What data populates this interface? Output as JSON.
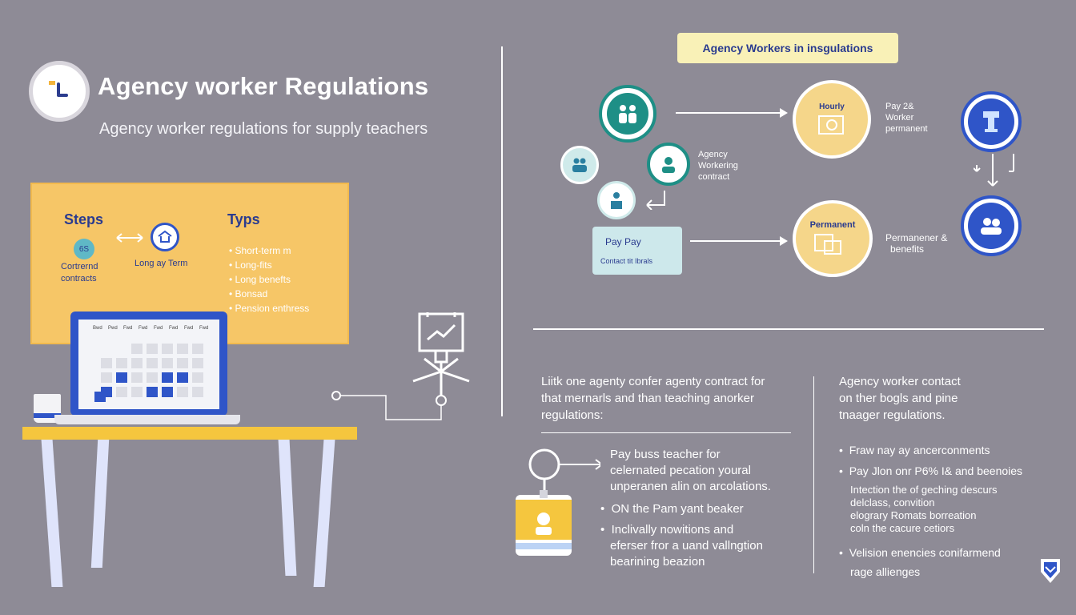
{
  "header": {
    "title": "Agency worker Regulations",
    "subtitle": "Agency worker regulations for supply teachers"
  },
  "board": {
    "steps_heading": "Steps",
    "types_heading": "Typs",
    "left_label_1": "Cortrernd",
    "left_label_2": "contracts",
    "badge_code": "6S",
    "long_label": "Long ay Term",
    "types": [
      "Short-term m",
      "Long-fits",
      "Long benefts",
      "Bonsad",
      "Pension enthress"
    ]
  },
  "calendar": {
    "headers": [
      "Bwd",
      "Pwd",
      "Fwd",
      "Fwd",
      "Fwd",
      "Fwd",
      "Fwd",
      "Fwd"
    ]
  },
  "flow": {
    "top_badge": "Agency Workers in insgulations",
    "agency_label_1": "Agency",
    "agency_label_2": "Workering",
    "agency_label_3": "contract",
    "hourly_label": "Hourly",
    "pay_label_1": "Pay 2&",
    "pay_label_2": "Worker",
    "pay_label_3": "permanent",
    "permanent_label": "Permanent",
    "pay_box_1": "Pay  Pay",
    "pay_box_2": "Contact tit Ibrals",
    "perm_benefits_1": "Permanener &",
    "perm_benefits_2": "benefits"
  },
  "lower": {
    "intro_lines": [
      "Liitk one agenty confer agenty contract for",
      "that mernarls and than teaching anorker",
      "regulations:"
    ],
    "pay_lines": [
      "Pay buss teacher for",
      "celernated pecation youral",
      "unperanen alin on arcolations."
    ],
    "bullets": [
      "ON the Pam yant beaker",
      "Inclivally nowitions and"
    ],
    "bullet_tail": [
      "eferser fror a uand vallngtion",
      "bearining beazion"
    ],
    "right_intro": [
      "Agency worker contact",
      "on ther bogls and pine",
      "tnaager regulations."
    ],
    "right_bullets": [
      "Fraw nay ay ancerconments",
      "Pay Jlon onr P6% I& and beenoies"
    ],
    "right_detail": [
      "Intection the of geching descurs",
      "delclass, convition",
      "elograry Romats borreation",
      "coln the cacure cetiors"
    ],
    "right_last_bullet": "Velision enencies conifarmend",
    "right_last_tail": "rage allienges"
  },
  "colors": {
    "background": "#8e8b96",
    "navy": "#2a3b8f",
    "yellow": "#f6c667",
    "teal": "#1e8f86",
    "blue": "#2f55c8"
  }
}
